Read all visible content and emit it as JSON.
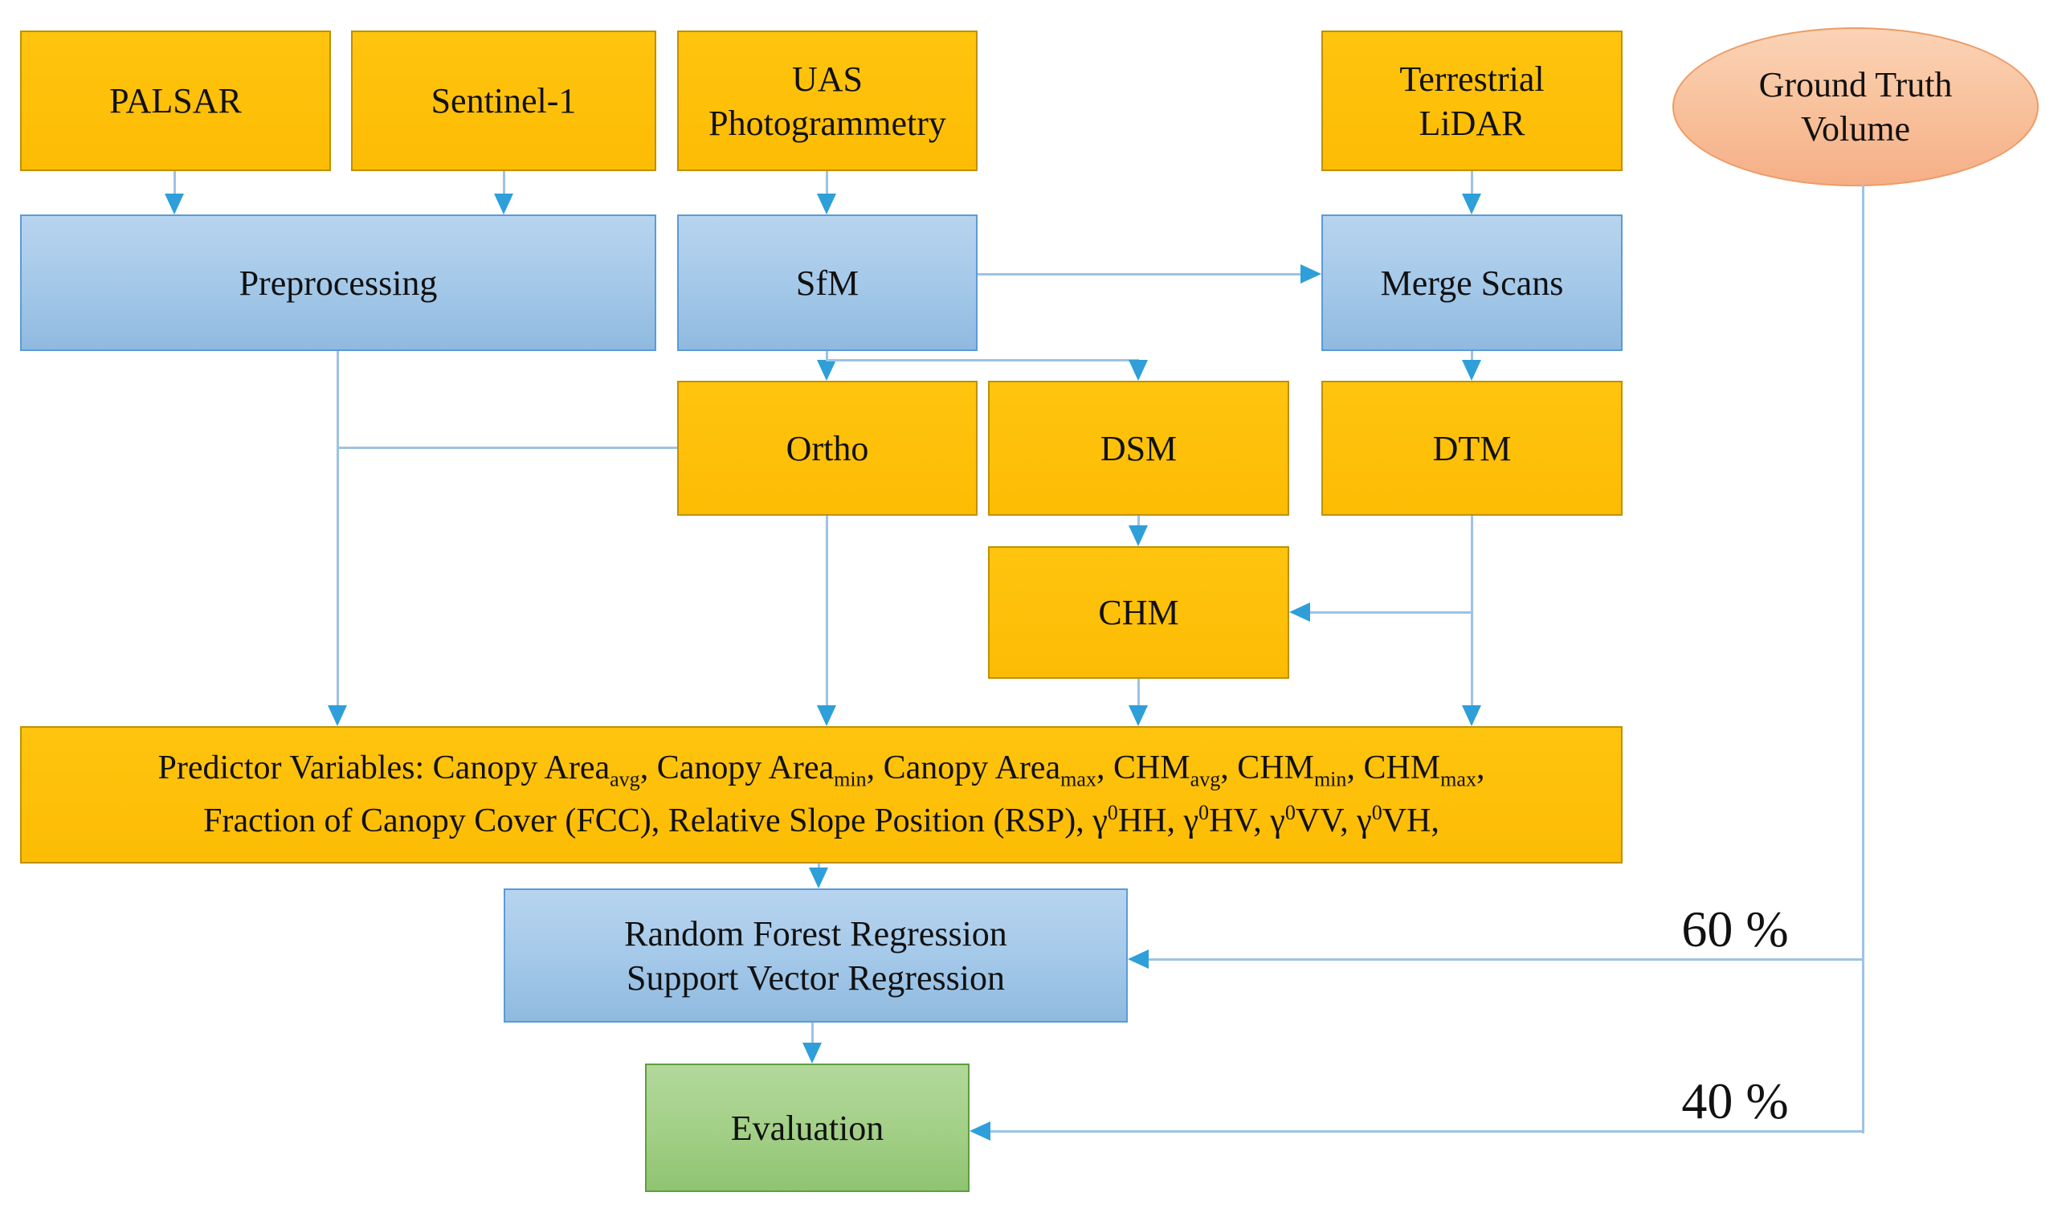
{
  "diagram": {
    "nodes": {
      "palsar": {
        "label": "PALSAR"
      },
      "sentinel1": {
        "label": "Sentinel-1"
      },
      "uas": {
        "label": "UAS\nPhotogrammetry"
      },
      "terrestrial_lidar": {
        "label": "Terrestrial\nLiDAR"
      },
      "ground_truth": {
        "label": "Ground Truth\nVolume"
      },
      "preprocessing": {
        "label": "Preprocessing"
      },
      "sfm": {
        "label": "SfM"
      },
      "merge_scans": {
        "label": "Merge Scans"
      },
      "ortho": {
        "label": "Ortho"
      },
      "dsm": {
        "label": "DSM"
      },
      "dtm": {
        "label": "DTM"
      },
      "chm": {
        "label": "CHM"
      },
      "regression": {
        "label": "Random Forest Regression\nSupport Vector Regression"
      },
      "evaluation": {
        "label": "Evaluation"
      }
    },
    "predictor": {
      "line1": [
        {
          "t": "Predictor Variables: Canopy Area"
        },
        {
          "t": "avg",
          "s": "sub"
        },
        {
          "t": ", Canopy Area"
        },
        {
          "t": "min",
          "s": "sub"
        },
        {
          "t": ", Canopy Area"
        },
        {
          "t": "max",
          "s": "sub"
        },
        {
          "t": ", CHM"
        },
        {
          "t": "avg",
          "s": "sub"
        },
        {
          "t": ", CHM"
        },
        {
          "t": "min",
          "s": "sub"
        },
        {
          "t": ", CHM"
        },
        {
          "t": "max",
          "s": "sub"
        },
        {
          "t": ","
        }
      ],
      "line2": [
        {
          "t": "Fraction of Canopy Cover (FCC), Relative Slope Position (RSP), γ"
        },
        {
          "t": "0",
          "s": "sup"
        },
        {
          "t": "HH, γ"
        },
        {
          "t": "0",
          "s": "sup"
        },
        {
          "t": "HV, γ"
        },
        {
          "t": "0",
          "s": "sup"
        },
        {
          "t": "VV, γ"
        },
        {
          "t": "0",
          "s": "sup"
        },
        {
          "t": "VH,"
        }
      ]
    },
    "edge_labels": {
      "train_split": "60 %",
      "test_split": "40 %"
    },
    "colors": {
      "process_orange_fill": "#FFC000",
      "process_orange_border": "#BF9000",
      "process_blue_fill": "#A5C9E9",
      "process_blue_border": "#5B9BD5",
      "evaluation_green_fill": "#A2CF86",
      "evaluation_green_border": "#5E9E3E",
      "ellipse_peach_fill": "#F8C09A",
      "ellipse_peach_border": "#ED9B66",
      "connector_line": "#9DC3E6",
      "arrowhead": "#2E9FD9",
      "text": "#111111",
      "background": "#FFFFFF"
    }
  }
}
